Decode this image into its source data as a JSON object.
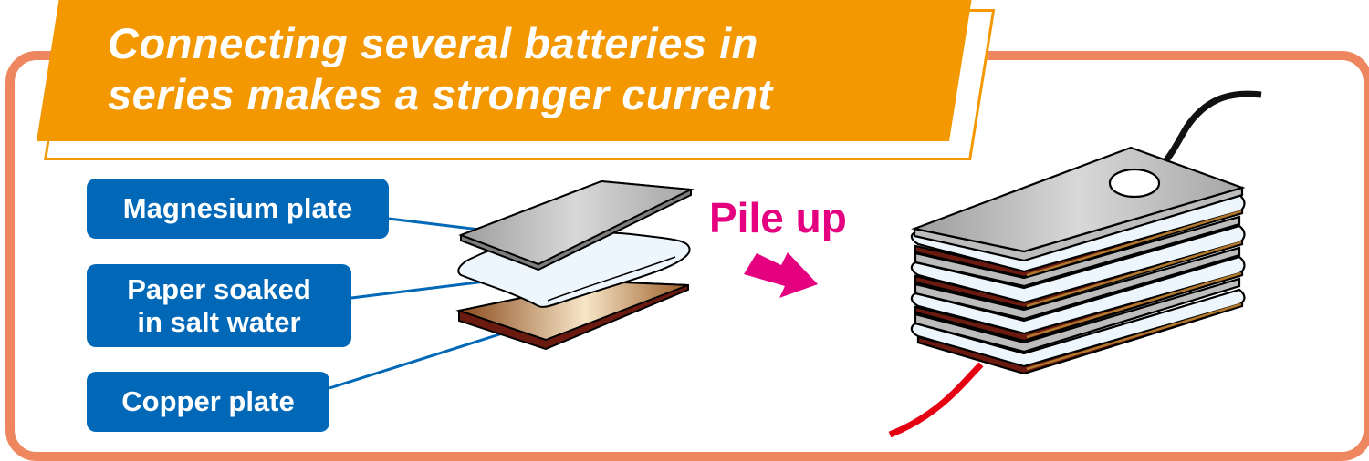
{
  "title": {
    "line1": "Connecting several batteries in",
    "line2": "series makes a stronger current"
  },
  "labels": {
    "magnesium": "Magnesium plate",
    "paper_line1": "Paper soaked",
    "paper_line2": "in salt water",
    "copper": "Copper plate"
  },
  "action": {
    "text": "Pile up",
    "icon": "arrow-down-right-icon"
  },
  "colors": {
    "frame": "#EE8660",
    "banner": "#F39800",
    "label_bg": "#0068B7",
    "accent": "#E4007F",
    "negative_wire": "#111111",
    "positive_wire": "#E50012"
  }
}
